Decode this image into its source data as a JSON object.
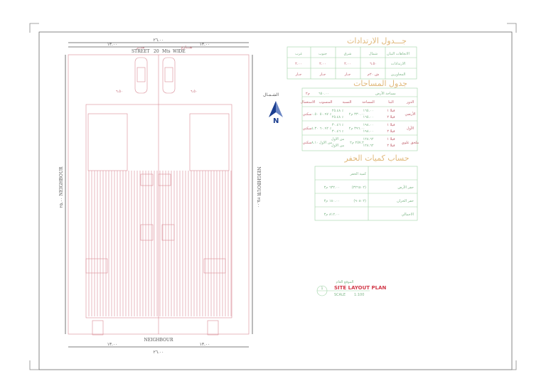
{
  "plan": {
    "street_ar": "شـــارع",
    "street_en": "STREET",
    "street_width": "20",
    "street_unit": "Mts",
    "street_suffix": "WIDE",
    "street_ar2": "متـــر",
    "neighbour_bottom": "NEIGHBOUR",
    "neighbour_left": "NEIGHBOUR",
    "neighbour_right": "NEIGHBOUR",
    "dim_total_top": "٢٦.٠٠",
    "dim_half_left": "١٣.٠٠",
    "dim_half_right": "١٣.٠٠",
    "dim_total_bottom": "٢٦.٠٠",
    "dim_side_left": "٢٥.٠٠",
    "dim_side_right": "٢٥.٠٠",
    "dim_setback": "٦.٥٠"
  },
  "north": {
    "label": "الشـمـال",
    "letter": "N"
  },
  "setbacks": {
    "title": "جـــدول الارتدادات",
    "headers": [
      "الاتجاهات البيان",
      "شمال",
      "شرق",
      "جنوب",
      "غرب"
    ],
    "rows": [
      [
        "الارتدادات",
        "٦.٥٠",
        "٢.٠٠",
        "٢.٠٠",
        "٢.٠٠"
      ],
      [
        "المجاورين",
        "ش ٢٠م",
        "جـار",
        "جـار",
        "جـار"
      ]
    ]
  },
  "areas": {
    "title": "جدول المساحات",
    "land_label": "مساحة الأرض",
    "land_value": "٦٥٠.٠٠",
    "land_unit": "م٢",
    "headers": [
      "الدور",
      "البنا",
      "المساحة",
      "النسبة",
      "المنسوب",
      "الاستعمال"
    ],
    "rows": [
      {
        "floor": "الأرضي",
        "v1": "فيلا ١",
        "v2": "فيلا ٢",
        "a1": "١٦٥.٠٠",
        "a2": "١٦٥.٠٠",
        "total": "٣٣٠.٠٠ م٢",
        "p1": "٢٥.٤٨ ٪",
        "p2": "٢٥.٤٨ ٪",
        "pt": "٥٠.٩٧ ٪",
        "level": "٠.٥٠",
        "use": "سكني"
      },
      {
        "floor": "الأول",
        "v1": "فيلا ١",
        "v2": "فيلا ٢",
        "a1": "١٩٨.٠٠",
        "a2": "١٩٨.٠٠",
        "total": "٣٩٦.٠٠ م٢",
        "p1": "٣٠.٤٦ ٪",
        "p2": "٣٠.٤٦ ٪",
        "pt": "٦٠.٩٢ ٪",
        "level": "٤.٣٠",
        "use": "سكني"
      },
      {
        "floor": "ملحق علوي",
        "v1": "فيلا ١",
        "v2": "فيلا ٢",
        "a1": "١٢٨.٦٢",
        "a2": "١٢٨.٦٢",
        "total": "٢٥٧.٢ م٢",
        "p1": "من الاول",
        "p2": "من الاول",
        "pt": "من الاول",
        "level": "٨.١٠",
        "use": "سكني"
      }
    ]
  },
  "excavation": {
    "title": "حساب كميات الحفر",
    "header": "كمية الحفر",
    "rows": [
      [
        "حفر الأرض",
        "(٣٢٦x٠٢)",
        "٦٣٢.٠٠ م٣"
      ],
      [
        "حفر الخزان",
        "(٩٠x٠٢)",
        "١٨٠.٠٠ م٣"
      ],
      [
        "الاجمالي",
        "",
        "٨١٢.٠٠ م٣"
      ]
    ]
  },
  "title_block": {
    "ar": "الموقع العام",
    "en": "SITE LAYOUT PLAN",
    "scale": "SCALE",
    "scale_value": "1:100",
    "sheet": "1"
  }
}
